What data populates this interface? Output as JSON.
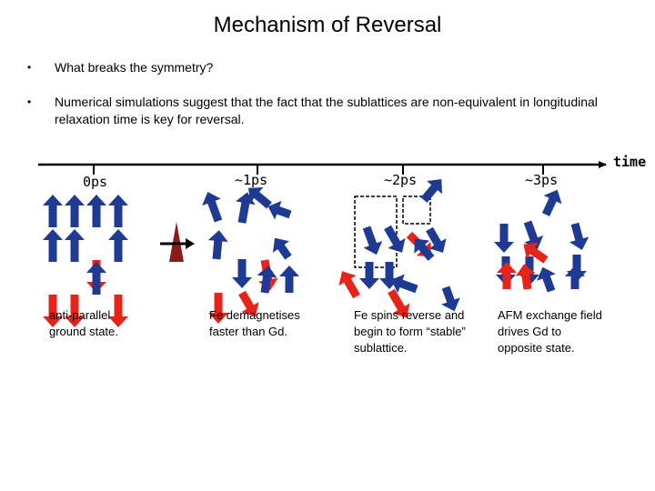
{
  "title": "Mechanism of Reversal",
  "bullets": [
    "What breaks the symmetry?",
    "Numerical simulations suggest that the fact that the sublattices are non-equivalent in longitudinal relaxation time is key for reversal."
  ],
  "timeline": {
    "axis_label": "time",
    "stages": [
      {
        "time": "0ps",
        "caption": "anti-parallel ground state."
      },
      {
        "time": "~1ps",
        "caption": "Fe demagnetises faster than Gd."
      },
      {
        "time": "~2ps",
        "caption": "Fe spins reverse and begin to form “stable” sublattice."
      },
      {
        "time": "~3ps",
        "caption": "AFM exchange field drives Gd to opposite state."
      }
    ]
  },
  "colors": {
    "fe_spin": "#1f3a93",
    "gd_spin": "#e8231a",
    "laser_pulse": "#8b1a1a",
    "axis": "#000000"
  },
  "icons": {
    "laser_pulse": "laser-pulse-icon",
    "spin_arrow": "spin-arrow-icon"
  }
}
